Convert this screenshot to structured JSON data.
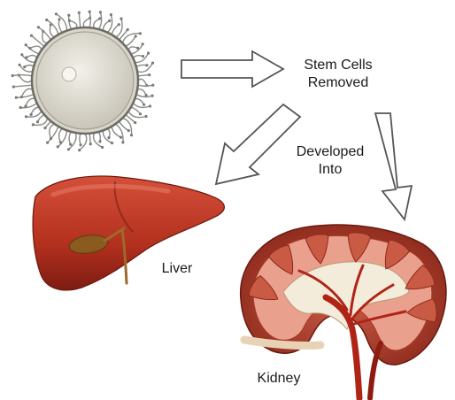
{
  "labels": {
    "stem_cells": [
      "Stem Cells",
      "Removed"
    ],
    "developed": [
      "Developed",
      "Into"
    ],
    "liver": "Liver",
    "kidney": "Kidney"
  },
  "images": {
    "egg_cell": "egg-cell-illustration",
    "liver": "liver-illustration",
    "kidney": "kidney-cross-section-illustration"
  },
  "colors": {
    "arrow_fill": "#ffffff",
    "arrow_stroke": "#555555",
    "organ_red": "#b8321f",
    "organ_dark": "#7a1a10",
    "organ_light": "#d9674e",
    "egg_fill": "#e3e0d6",
    "kidney_cortex": "#e89a86",
    "kidney_pelvis": "#f3ead8"
  }
}
